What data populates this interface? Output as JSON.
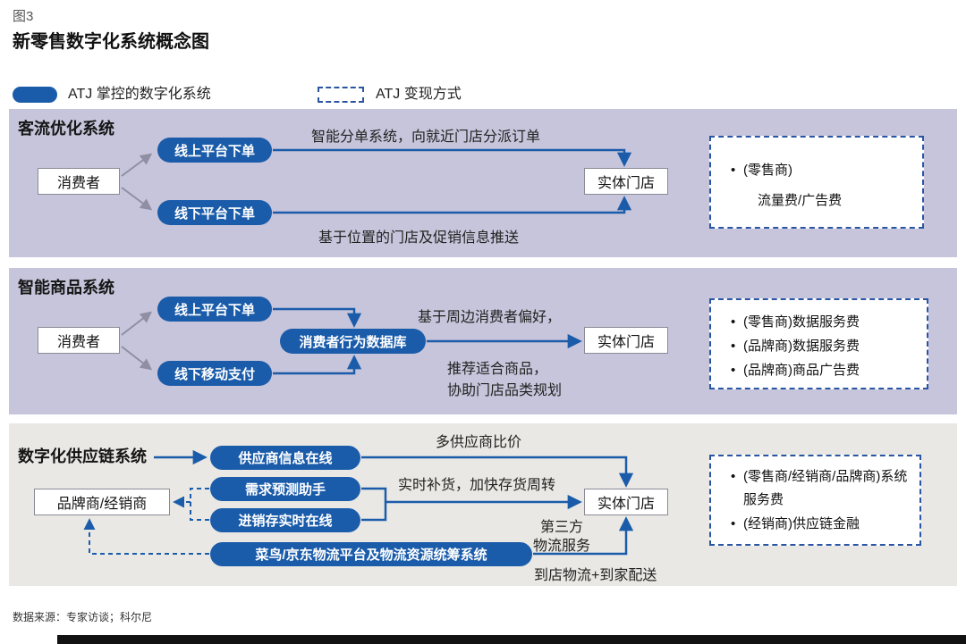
{
  "figure": {
    "label": "图3",
    "title": "新零售数字化系统概念图"
  },
  "legend": {
    "controlled": "ATJ 掌控的数字化系统",
    "monetize": "ATJ 变现方式"
  },
  "colors": {
    "pill_blue": "#1b5caa",
    "panel_lavender": "#c7c5db",
    "panel_gray": "#e9e8e4",
    "dash_blue": "#2a55a3",
    "arrow_gray": "#8f8ea3"
  },
  "panel1": {
    "title": "客流优化系统",
    "actor": "消费者",
    "pill_online": "线上平台下单",
    "pill_offline": "线下平台下单",
    "store": "实体门店",
    "note_top": "智能分单系统，向就近门店分派订单",
    "note_bottom": "基于位置的门店及促销信息推送",
    "money_line1": "(零售商)",
    "money_line2": "流量费/广告费"
  },
  "panel2": {
    "title": "智能商品系统",
    "actor": "消费者",
    "pill_online": "线上平台下单",
    "pill_pay": "线下移动支付",
    "pill_db": "消费者行为数据库",
    "store": "实体门店",
    "note1": "基于周边消费者偏好，",
    "note2": "推荐适合商品，",
    "note3": "协助门店品类规划",
    "money": [
      "(零售商)数据服务费",
      "(品牌商)数据服务费",
      "(品牌商)商品广告费"
    ]
  },
  "panel3": {
    "title": "数字化供应链系统",
    "actor": "品牌商/经销商",
    "pill_supplier": "供应商信息在线",
    "pill_forecast": "需求预测助手",
    "pill_inventory": "进销存实时在线",
    "pill_logistics": "菜鸟/京东物流平台及物流资源统筹系统",
    "store": "实体门店",
    "note_compare": "多供应商比价",
    "note_restock": "实时补货，加快存货周转",
    "note_3pl_1": "第三方",
    "note_3pl_2": "物流服务",
    "note_delivery": "到店物流+到家配送",
    "money": [
      "(零售商/经销商/品牌商)系统服务费",
      "(经销商)供应链金融"
    ]
  },
  "footer": "数据来源：专家访谈；科尔尼"
}
